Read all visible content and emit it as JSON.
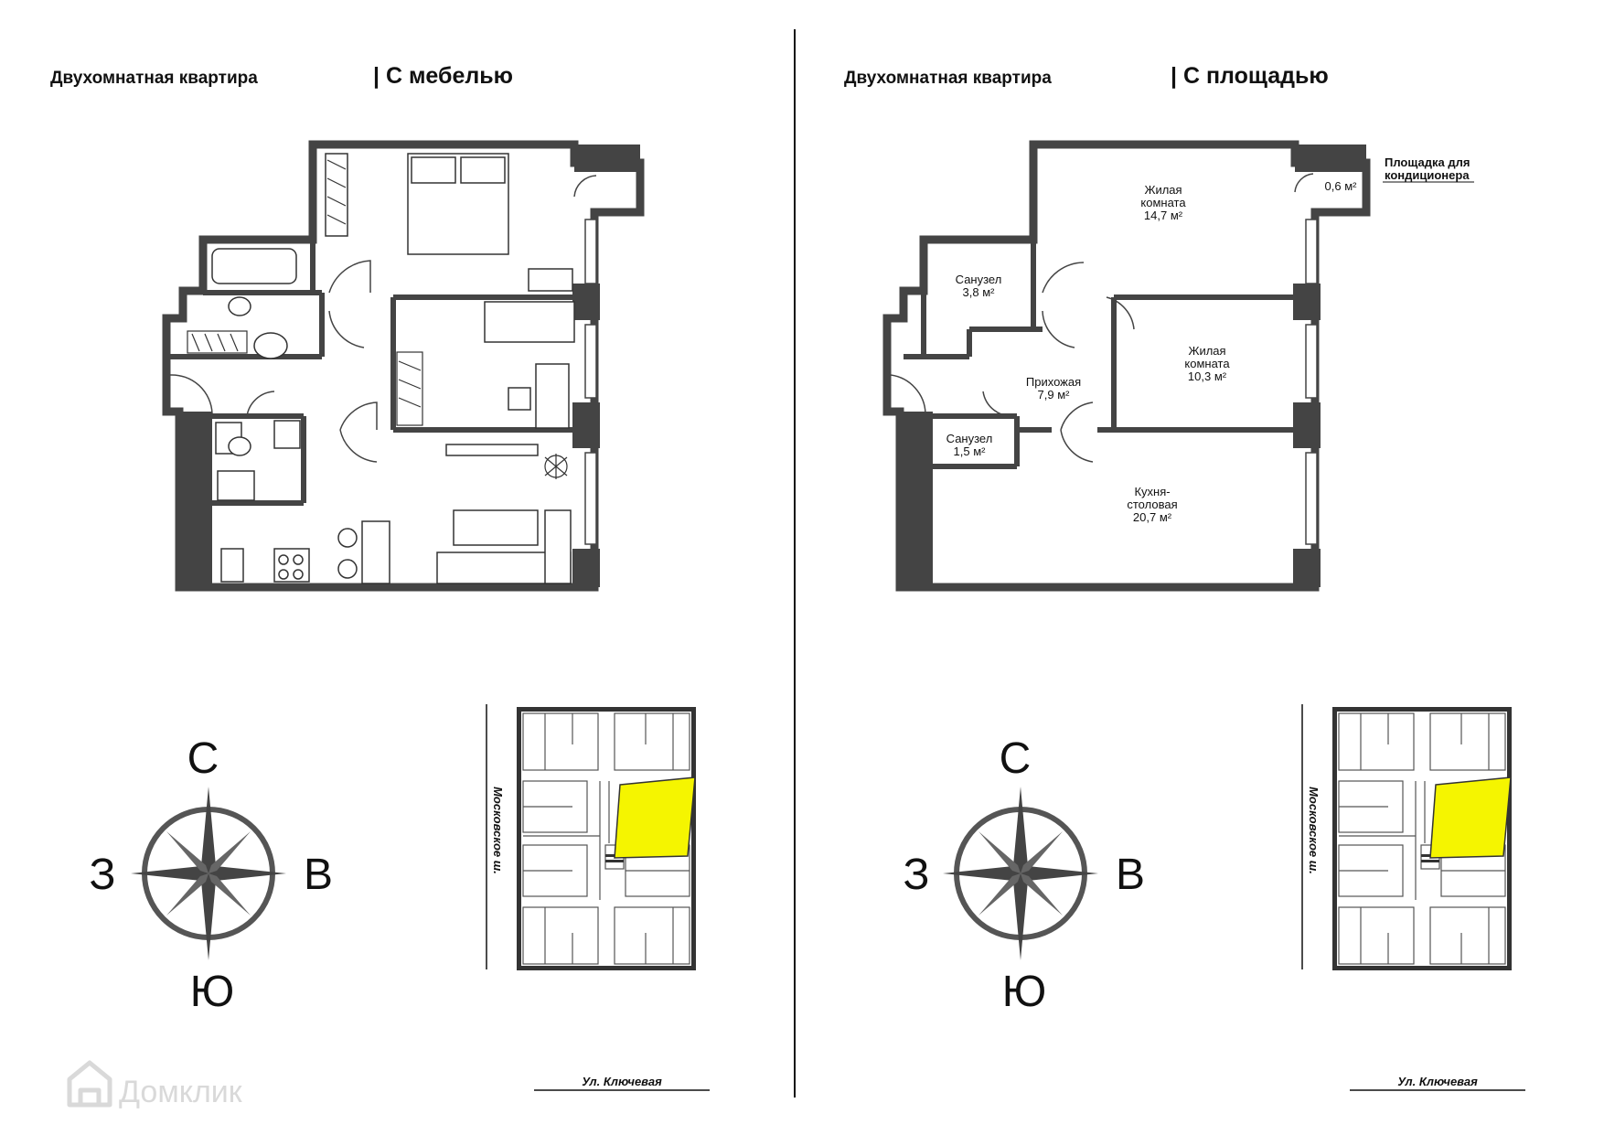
{
  "left": {
    "title": "Двухомнатная квартира",
    "subtitle": "| С мебелью"
  },
  "right": {
    "title": "Двухомнатная квартира",
    "subtitle": "| С площадью",
    "rooms": [
      {
        "name": "Жилая комната",
        "line1": "Жилая",
        "line2": "комната",
        "area": "14,7 м²"
      },
      {
        "name": "Санузел",
        "line1": "Санузел",
        "line2": "",
        "area": "3,8 м²"
      },
      {
        "name": "Жилая комната",
        "line1": "Жилая",
        "line2": "комната",
        "area": "10,3 м²"
      },
      {
        "name": "Прихожая",
        "line1": "Прихожая",
        "line2": "",
        "area": "7,9 м²"
      },
      {
        "name": "Санузел",
        "line1": "Санузел",
        "line2": "",
        "area": "1,5 м²"
      },
      {
        "name": "Кухня-столовая",
        "line1": "Кухня-",
        "line2": "столовая",
        "area": "20,7 м²"
      }
    ],
    "ac_area": "0,6 м²",
    "ac_label_1": "Площадка для",
    "ac_label_2": "кондиционера"
  },
  "compass": {
    "north": "С",
    "south": "Ю",
    "west": "З",
    "east": "В"
  },
  "location": {
    "street_side": "Московское ш.",
    "street_bottom": "Ул. Ключевая",
    "highlight_color": "#f5f500"
  },
  "watermark": "Домклик",
  "colors": {
    "wall": "#444444",
    "divider": "#111111"
  }
}
